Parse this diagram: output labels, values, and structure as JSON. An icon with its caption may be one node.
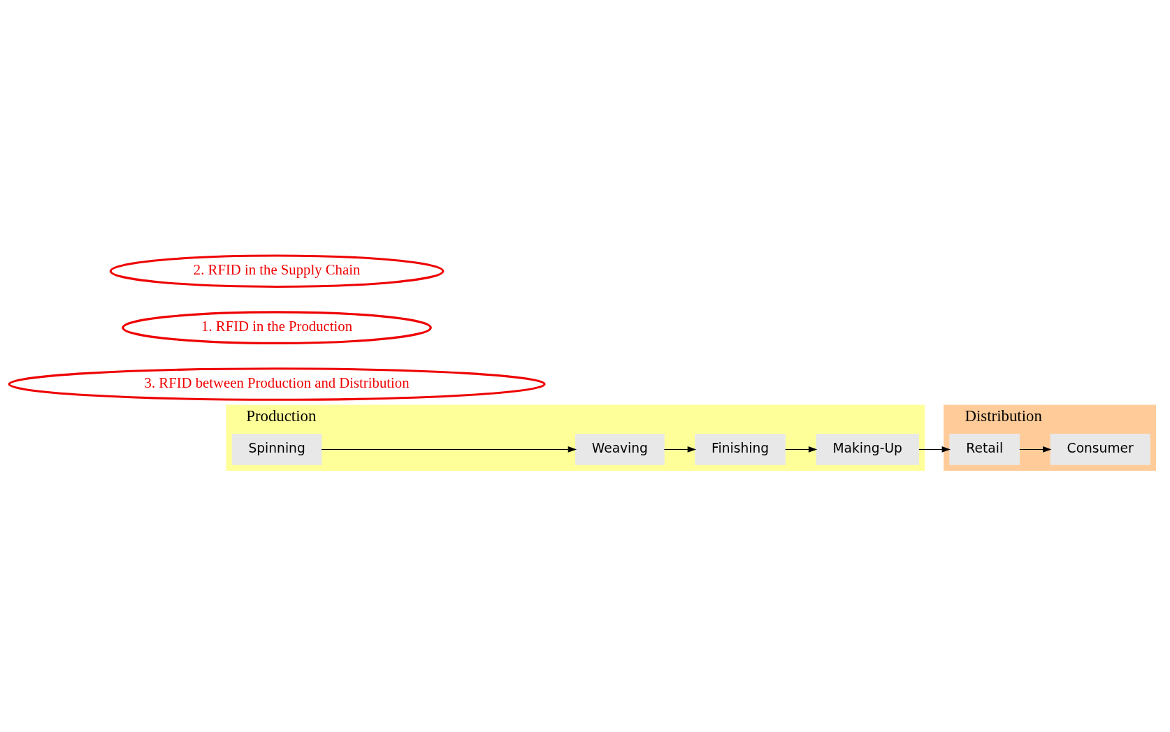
{
  "diagram": {
    "nodes": [
      {
        "text": [
          "Distribution"
        ]
      },
      {
        "text": [
          "Consumer"
        ],
        "in": 0
      },
      {
        "text": [
          "Retail"
        ],
        "in": 0
      },
      {
        "text": [
          "Production"
        ]
      },
      {
        "text": [
          "Making-Up"
        ],
        "in": 3
      },
      {
        "text": [
          "Finishing"
        ],
        "in": 3
      },
      {
        "text": [
          "Weaving"
        ],
        "in": 3
      },
      {
        "text": [
          "Spinning"
        ],
        "in": 3
      },
      {
        "text": [
          "3. RFID between Production and Distribution"
        ]
      },
      {
        "text": [
          "1. RFID in the Production"
        ]
      },
      {
        "text": [
          "2. RFID in the Supply Chain"
        ]
      }
    ],
    "edges": [
      {
        "from": 7,
        "to": 6,
        "arrow": "to"
      },
      {
        "from": 6,
        "to": 5,
        "arrow": "to"
      },
      {
        "from": 5,
        "to": 4,
        "arrow": "to"
      },
      {
        "from": 4,
        "to": 2,
        "arrow": "to"
      },
      {
        "from": 2,
        "to": 1,
        "arrow": "to"
      }
    ]
  }
}
